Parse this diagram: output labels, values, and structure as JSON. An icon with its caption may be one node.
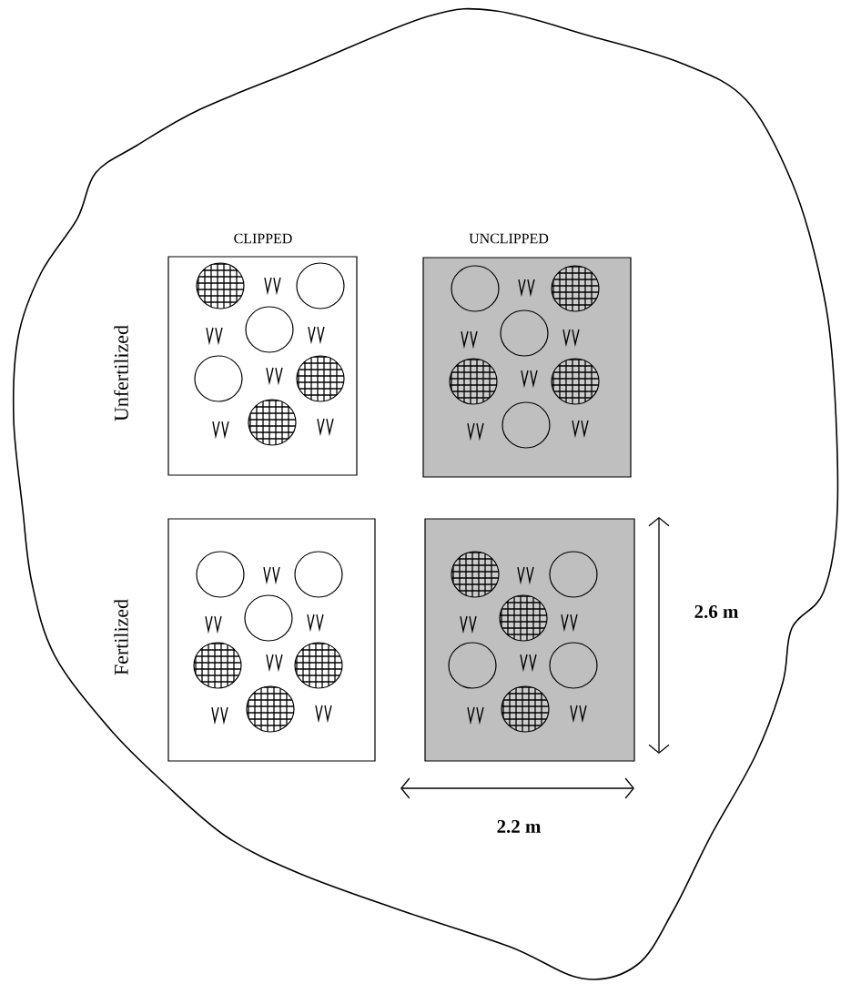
{
  "diagram": {
    "labels": [
      "CLIPPED",
      "UNCLIPPED",
      "Unfertilized",
      "Fertilized",
      "2.6 m",
      "2.2 m"
    ]
  }
}
